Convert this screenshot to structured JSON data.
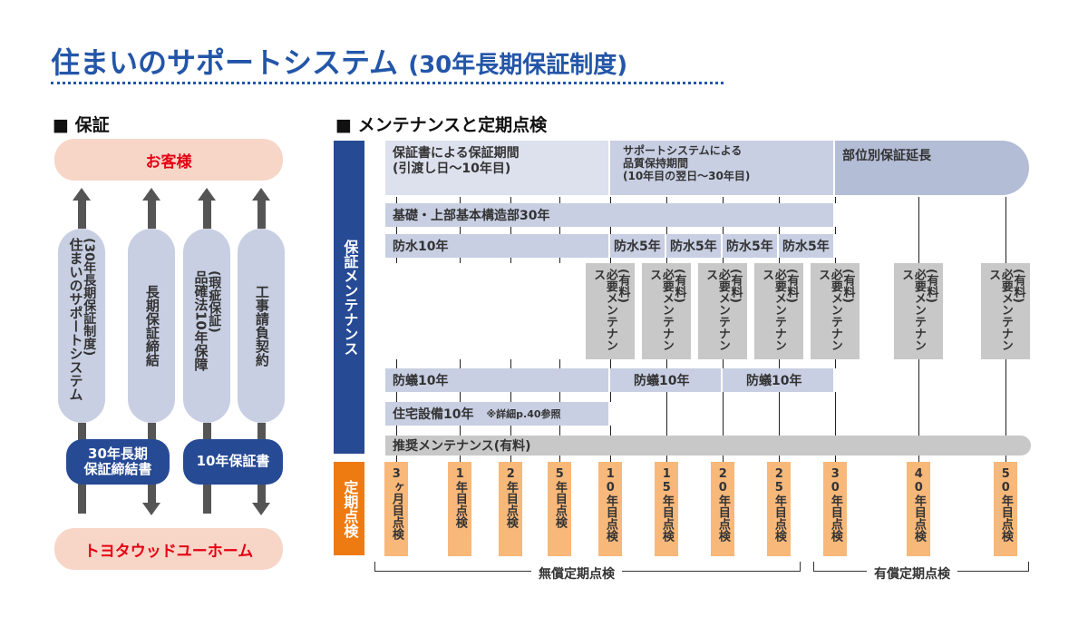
{
  "header": {
    "title": "住まいのサポートシステム",
    "subtitle": "(30年長期保証制度)"
  },
  "colors": {
    "brand_blue": "#2356a8",
    "navy": "#264a94",
    "orange": "#ee7a12",
    "red_text": "#e60012",
    "peach": "#f7d6c8",
    "light_orange": "#f7b87a",
    "lavender": "#c8cfe3",
    "grey": "#c8c8c8"
  },
  "warranty": {
    "heading": "■ 保証",
    "customer": "お客様",
    "company": "トヨタウッドユーホーム",
    "columns": [
      {
        "label": "住まいのサポートシステム",
        "sublabel": "(30年長期保証制度)"
      },
      {
        "label": "長期保証締結",
        "sublabel": ""
      },
      {
        "label": "品確法10年保障",
        "sublabel": "(瑕疵保証)"
      },
      {
        "label": "工事請負契約",
        "sublabel": ""
      }
    ],
    "documents": [
      "30年長期\n保証締結書",
      "10年保証書"
    ],
    "doc_line1": "30年長期",
    "doc_line2": "保証締結書",
    "doc2": "10年保証書"
  },
  "maintenance": {
    "heading": "■ メンテナンスと定期点検",
    "side_label_warranty": "保証メンテナンス",
    "side_label_inspection": "定期点検",
    "periods": [
      {
        "line1": "保証書による保証期間",
        "line2": "(引渡し日〜10年目)",
        "line3": ""
      },
      {
        "line1": "サポートシステムによる",
        "line2": "品質保持期間",
        "line3": "(10年目の翌日〜30年目)"
      },
      {
        "line1": "部位別保証延長",
        "line2": "",
        "line3": ""
      }
    ],
    "rows": {
      "structure": "基礎・上部基本構造部30年",
      "waterproof_first": "防水10年",
      "waterproof_5": [
        "防水5年",
        "防水5年",
        "防水5年",
        "防水5年"
      ],
      "required_maintenance": {
        "main": "必要メンテナンス",
        "note": "(有料)"
      },
      "termite": [
        "防蟻10年",
        "防蟻10年",
        "防蟻10年"
      ],
      "equipment": "住宅設備10年",
      "equipment_note": "※詳細p.40参照",
      "recommended": "推奨メンテナンス(有料)"
    },
    "inspections": [
      "3ヶ月目点検",
      "1年目点検",
      "2年目点検",
      "5年目点検",
      "10年目点検",
      "15年目点検",
      "20年目点検",
      "25年目点検",
      "30年目点検",
      "40年目点検",
      "50年目点検"
    ],
    "free_inspection": "無償定期点検",
    "paid_inspection": "有償定期点検"
  }
}
